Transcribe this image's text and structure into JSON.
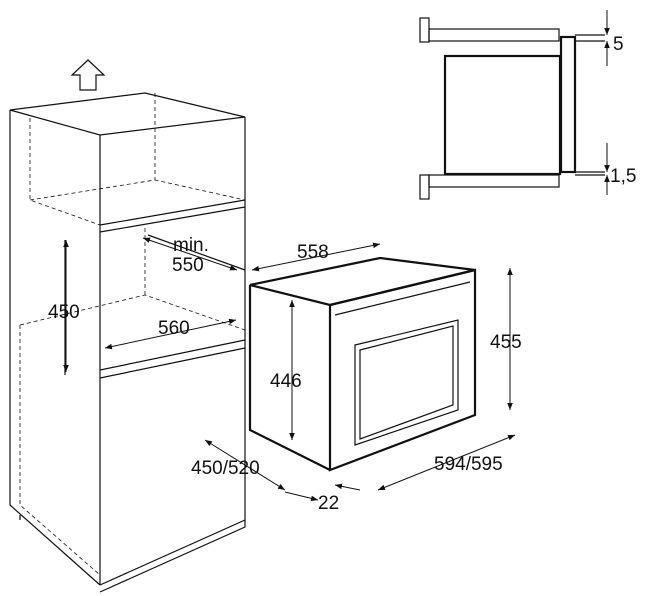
{
  "dimensions": {
    "top_gap": "5",
    "bottom_gap": "1,5",
    "niche_min_label": "min.",
    "niche_depth": "550",
    "niche_height": "450",
    "niche_width": "560",
    "oven_depth": "558",
    "oven_front_height": "455",
    "oven_body_height": "446",
    "cabinet_depth": "450/520",
    "oven_front_width": "594/595",
    "front_projection": "22"
  }
}
